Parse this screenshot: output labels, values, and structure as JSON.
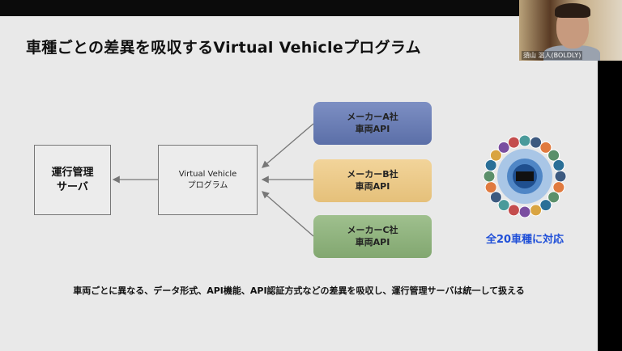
{
  "slide": {
    "title": "車種ごとの差異を吸収するVirtual Vehicleプログラム",
    "server_box": {
      "line1": "運行管理",
      "line2": "サーバ"
    },
    "vv_box": {
      "line1": "Virtual Vehicle",
      "line2": "プログラム"
    },
    "makers": [
      {
        "line1": "メーカーA社",
        "line2": "車両API",
        "color": "#6a7db6"
      },
      {
        "line1": "メーカーB社",
        "line2": "車両API",
        "color": "#ecc98a"
      },
      {
        "line1": "メーカーC社",
        "line2": "車両API",
        "color": "#90b47e"
      }
    ],
    "vehicle_caption": "全20車種に対応",
    "footer": "車両ごとに異なる、データ形式、API機能、API認証方式などの差異を吸収し、運行管理サーバは統一して扱える"
  },
  "video": {
    "participant_name": "須山 温人(BOLDLY)"
  }
}
